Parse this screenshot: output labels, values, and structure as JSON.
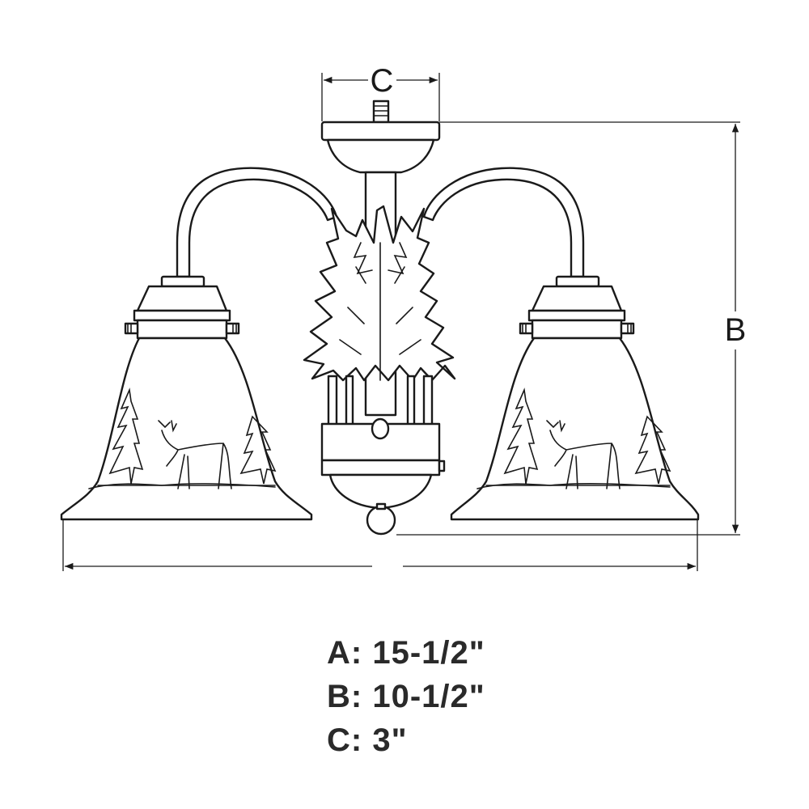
{
  "labels": {
    "c_top": "C",
    "b_side": "B"
  },
  "specs": [
    {
      "key": "A",
      "value": "15-1/2\""
    },
    {
      "key": "B",
      "value": "10-1/2\""
    },
    {
      "key": "C",
      "value": "3\""
    }
  ],
  "colors": {
    "line": "#1a1a1a",
    "background": "#ffffff"
  }
}
